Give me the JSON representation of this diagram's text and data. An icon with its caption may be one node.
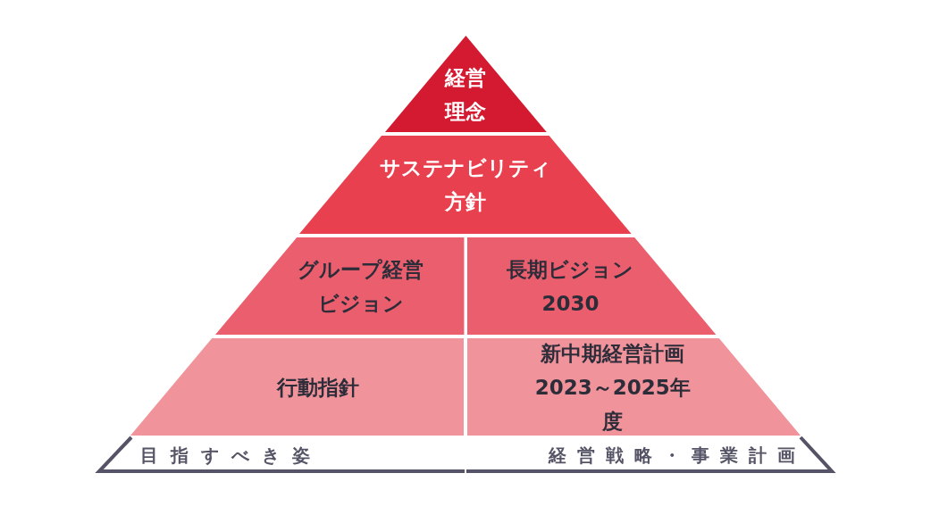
{
  "diagram": {
    "nodes": [
      {
        "text": [
          "経営理念"
        ]
      },
      {
        "text": [
          "サステナビリティ方針"
        ]
      },
      {
        "text": [
          "グループ経営ビジョン"
        ]
      },
      {
        "text": [
          "長期ビジョン2030"
        ]
      },
      {
        "text": [
          "行動指針"
        ]
      },
      {
        "text": [
          "新中期経営計画2023～2025年度"
        ]
      },
      {
        "text": [
          "目指すべき姿"
        ]
      },
      {
        "text": [
          "経営戦略・事業計画"
        ]
      }
    ]
  }
}
